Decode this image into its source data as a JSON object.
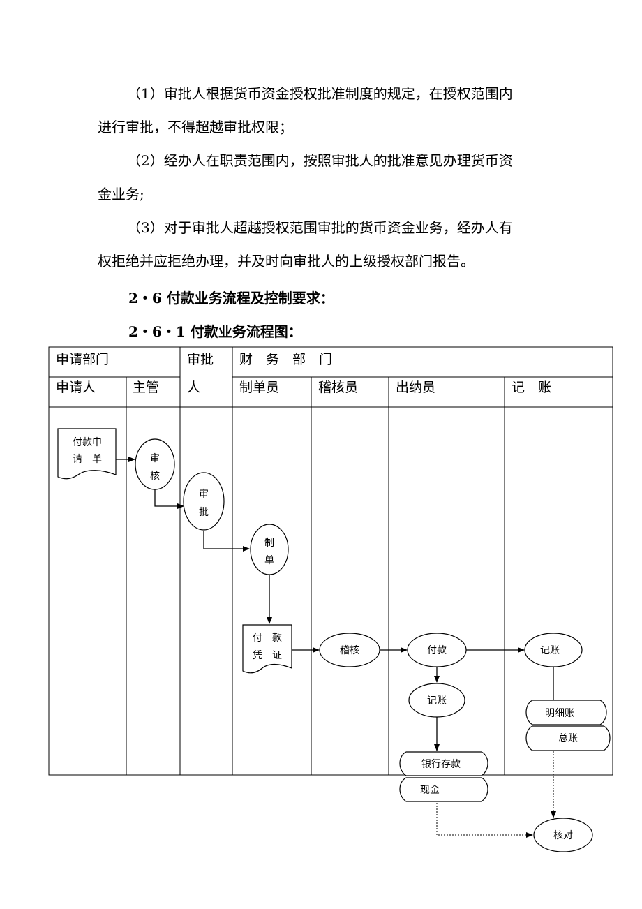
{
  "paragraphs": [
    {
      "line1": "（1）审批人根据货币资金授权批准制度的规定，在授权范围内",
      "line2": "进行审批，不得超越审批权限；"
    },
    {
      "line1": "（2）经办人在职责范围内，按照审批人的批准意见办理货币资",
      "line2": "金业务;"
    },
    {
      "line1": "（3）对于审批人超越授权范围审批的货币资金业务，经办人有",
      "line2": "权拒绝并应拒绝办理，并及时向审批人的上级授权部门报告。"
    }
  ],
  "headings": {
    "h1": "2・6 付款业务流程及控制要求：",
    "h2": "2・6・1 付款业务流程图："
  },
  "table": {
    "dept_apply": "申请部门",
    "approval_a": "审批",
    "approval_b": "人",
    "dept_finance": "财　务　部　门",
    "cols": {
      "applicant": "申请人",
      "supervisor": "主管",
      "preparer": "制单员",
      "auditor": "稽核员",
      "cashier": "出纳员",
      "bookkeeping": "记　账"
    }
  },
  "nodes": {
    "pay_request_a": "付款申",
    "pay_request_b": "请　单",
    "review_a": "审",
    "review_b": "核",
    "approve_a": "审",
    "approve_b": "批",
    "prepare_a": "制",
    "prepare_b": "单",
    "voucher_a": "付　款",
    "voucher_b": "凭　证",
    "audit": "稽核",
    "payment": "付款",
    "cashier_record": "记账",
    "bank_deposit": "银行存款",
    "cash": "现金",
    "ledger_record": "记账",
    "detail_ledger": "明细账",
    "general_ledger": "总账",
    "reconcile": "核对"
  }
}
